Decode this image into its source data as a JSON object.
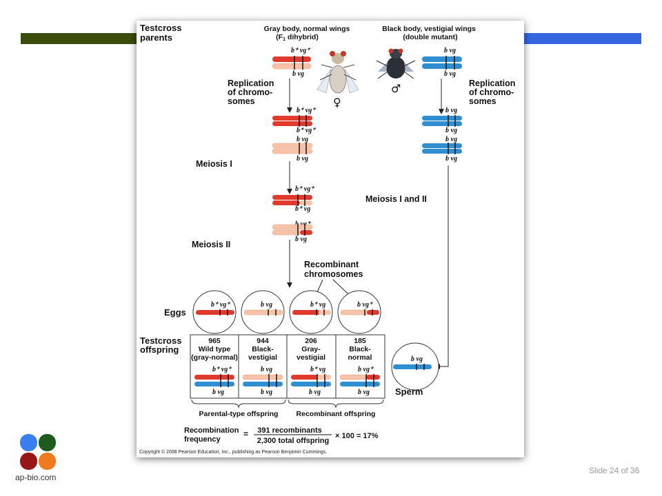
{
  "slide": {
    "number_text": "Slide 24 of 36",
    "logo_text": "ap-bio.com"
  },
  "colors": {
    "bar_left": "#3a4d0c",
    "bar_right": "#3566e0",
    "red_chrom": "#e03a2e",
    "pink_chrom": "#f7c2a8",
    "blue_chrom": "#2f8ed0"
  },
  "figure": {
    "testcross_parents_1": "Testcross",
    "testcross_parents_2": "parents",
    "female_label_1": "Gray body, normal wings",
    "female_label_2": "(F",
    "female_label_2_sub": "1",
    "female_label_2_end": " dihybrid)",
    "male_label_1": "Black body, vestigial wings",
    "male_label_2": "(double mutant)",
    "female_symbol": "♀",
    "male_symbol": "♂",
    "replication_1": "Replication",
    "replication_2": "of chromo-",
    "replication_3": "somes",
    "meiosis_1": "Meiosis I",
    "meiosis_2": "Meiosis II",
    "meiosis_1_and_2": "Meiosis I and II",
    "recombinant_1": "Recombinant",
    "recombinant_2": "chromosomes",
    "eggs": "Eggs",
    "sperm": "Sperm",
    "offspring_1": "Testcross",
    "offspring_2": "offspring",
    "allele_b_plus_vg_plus": "b⁺ vg⁺",
    "allele_b_vg": "b  vg",
    "allele_b_plus_vg": "b⁺ vg",
    "allele_b_vg_plus": "b  vg⁺",
    "offspring_table": [
      {
        "count": "965",
        "line1": "Wild type",
        "line2": "(gray-normal)"
      },
      {
        "count": "944",
        "line1": "Black-",
        "line2": "vestigial"
      },
      {
        "count": "206",
        "line1": "Gray-",
        "line2": "vestigial"
      },
      {
        "count": "185",
        "line1": "Black-",
        "line2": "normal"
      }
    ],
    "parental_type": "Parental-type offspring",
    "recombinant_offspring": "Recombinant offspring",
    "recomb_freq_1": "Recombination",
    "recomb_freq_2": "frequency",
    "equals": "=",
    "numerator": "391 recombinants",
    "denominator": "2,300 total offspring",
    "multiplier": "× 100 = 17%",
    "copyright": "Copyright © 2008 Pearson Education, Inc., publishing as Pearson Benjamin Cummings."
  }
}
